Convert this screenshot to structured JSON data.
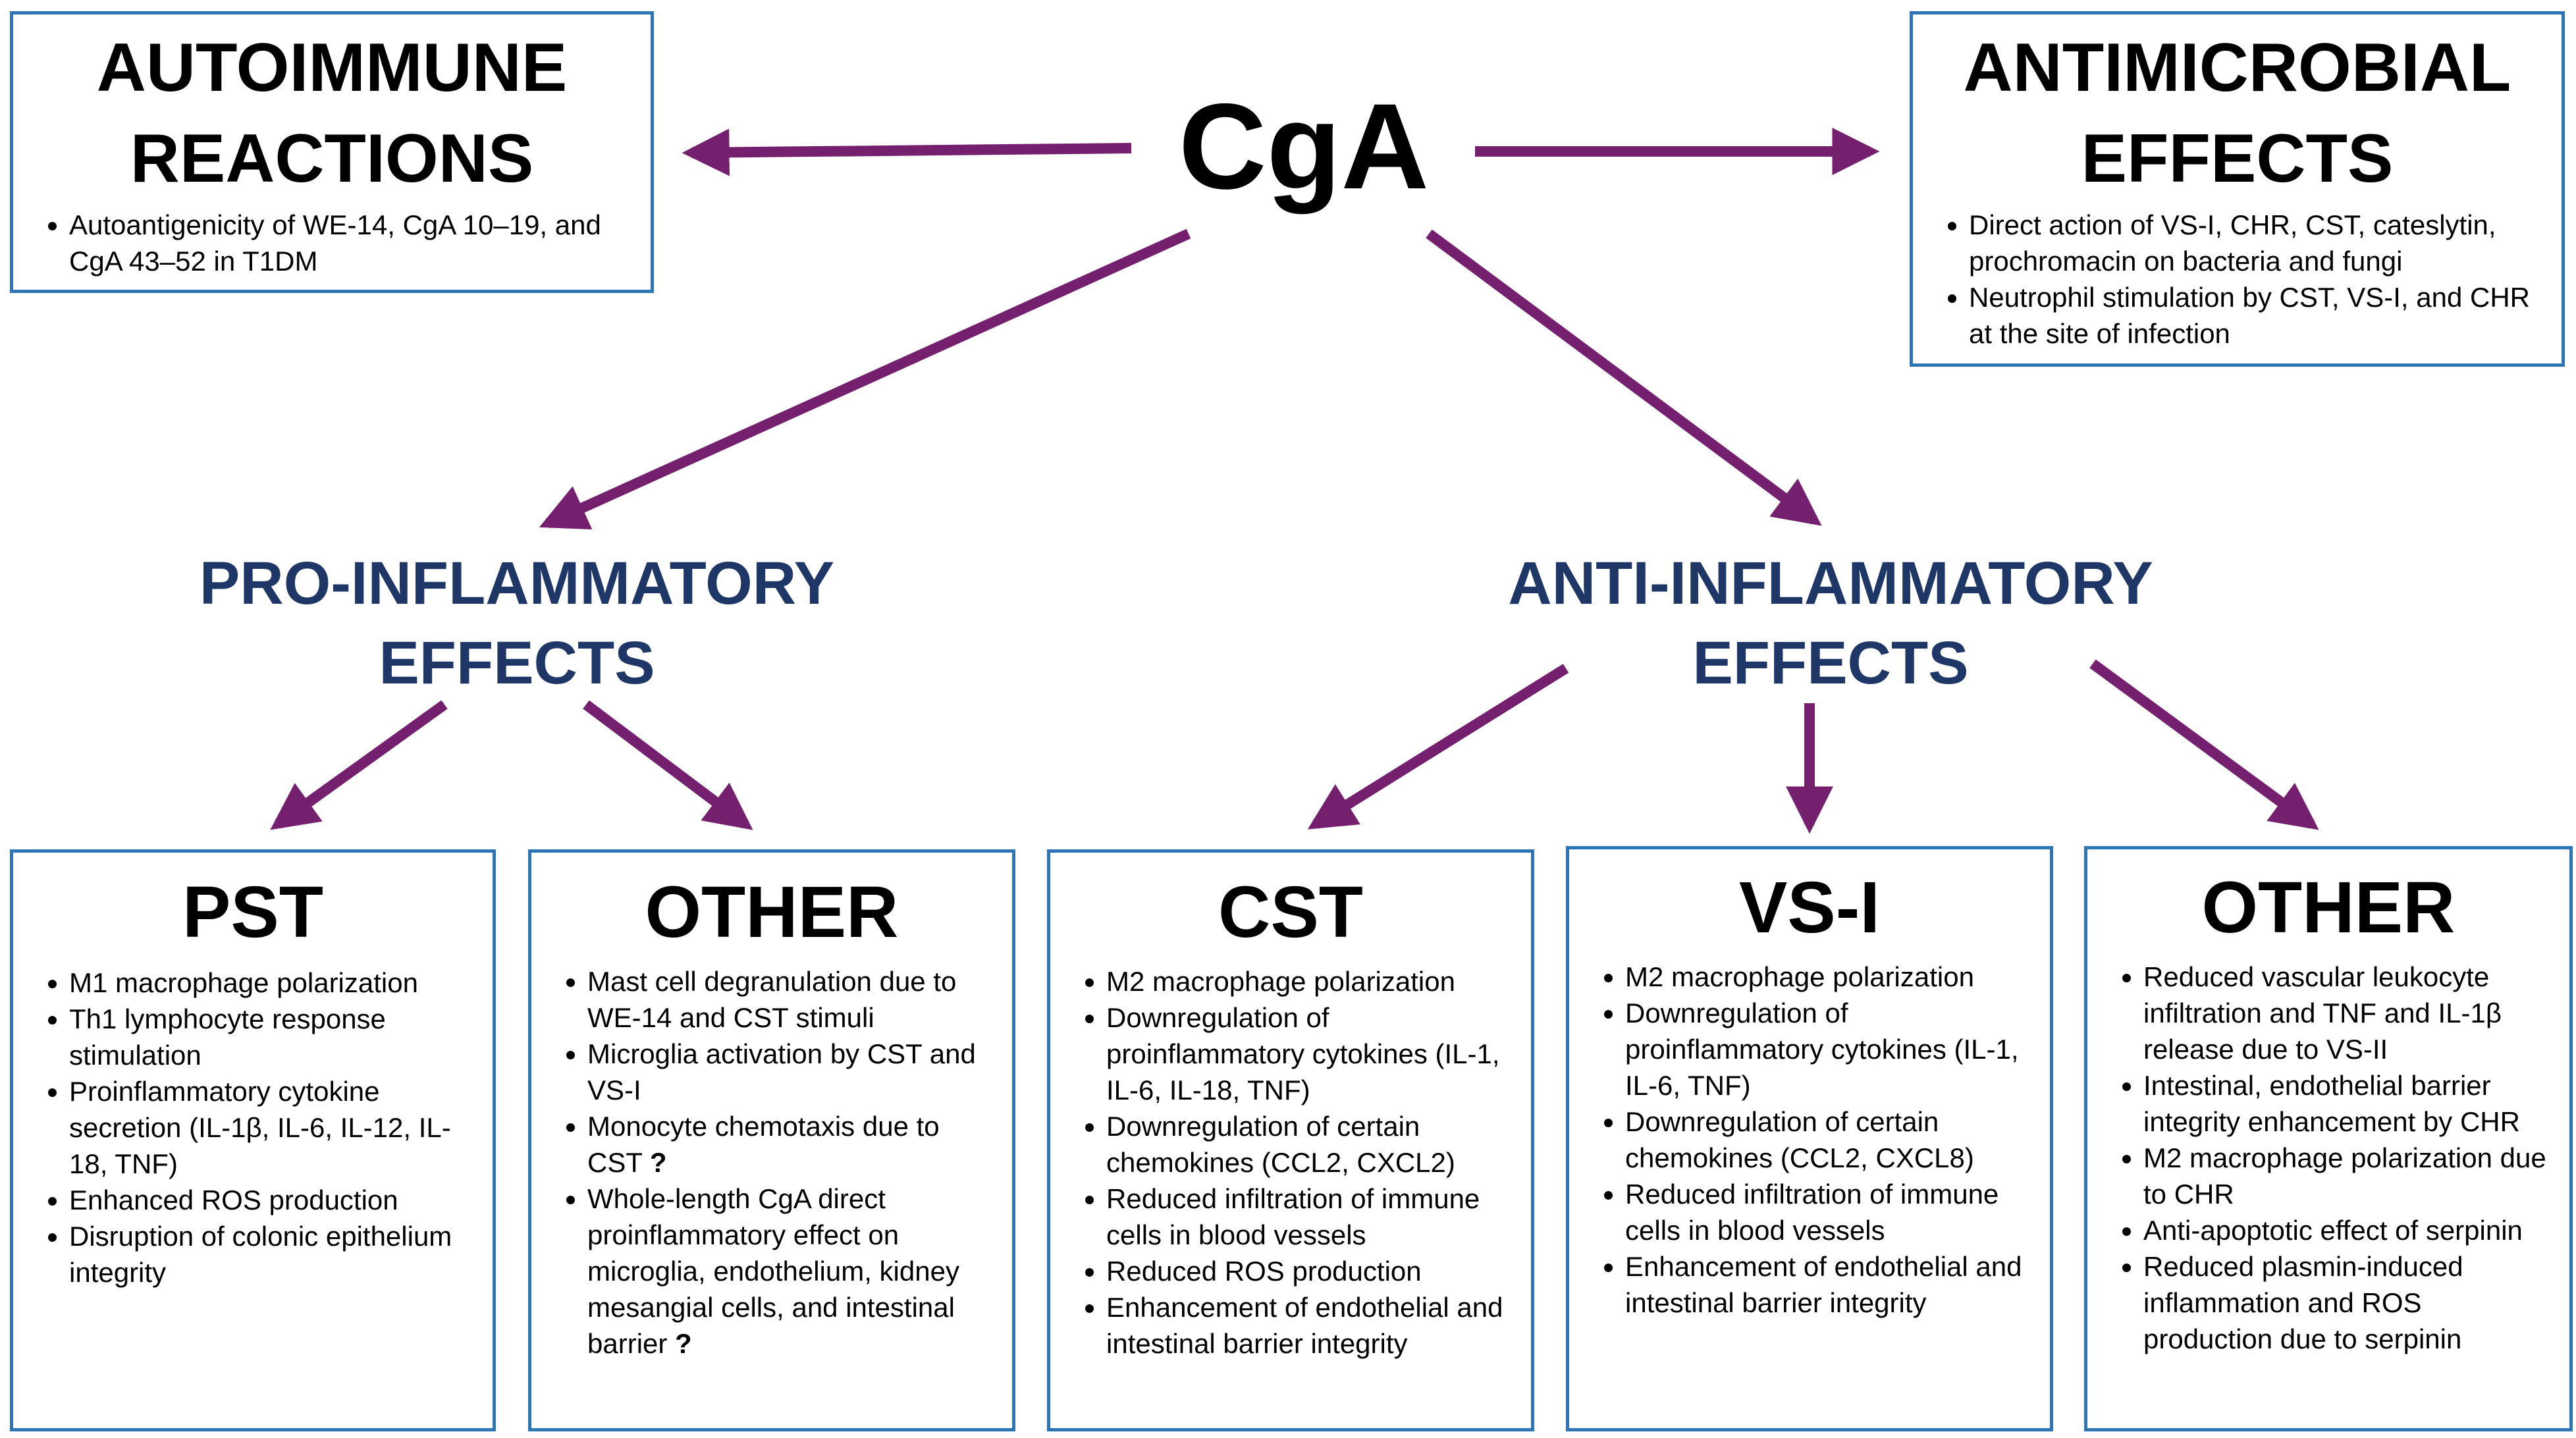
{
  "center": {
    "label": "CgA"
  },
  "autoimmune": {
    "title_lines": [
      "AUTOIMMUNE",
      "REACTIONS"
    ],
    "items": [
      "Autoantigenicity of WE-14, CgA 10–19, and CgA 43–52 in T1DM"
    ]
  },
  "antimicrobial": {
    "title_lines": [
      "ANTIMICROBIAL",
      "EFFECTS"
    ],
    "items": [
      "Direct action of VS-I, CHR, CST, cateslytin, prochromacin on bacteria and fungi",
      "Neutrophil stimulation by CST, VS-I, and CHR at the site of infection"
    ]
  },
  "pro_inflammatory": {
    "title_lines": [
      "PRO-INFLAMMATORY",
      "EFFECTS"
    ]
  },
  "anti_inflammatory": {
    "title_lines": [
      "ANTI-INFLAMMATORY",
      "EFFECTS"
    ]
  },
  "pst": {
    "title": "PST",
    "items": [
      "M1 macrophage polarization",
      "Th1 lymphocyte response stimulation",
      "Proinflammatory cytokine secretion (IL-1β, IL-6, IL-12, IL-18, TNF)",
      "Enhanced ROS production",
      "Disruption of colonic epithelium integrity"
    ]
  },
  "pro_other": {
    "title": "OTHER",
    "items": [
      "Mast cell degranulation due to WE-14 and CST stimuli",
      "Microglia activation by CST and VS-I",
      "Monocyte chemotaxis due to CST",
      "Whole-length CgA direct proinflammatory effect on microglia, endothelium, kidney mesangial cells, and intestinal barrier"
    ],
    "question_mark": "?"
  },
  "cst": {
    "title": "CST",
    "items": [
      "M2 macrophage polarization",
      "Downregulation of proinflammatory cytokines (IL-1, IL-6, IL-18, TNF)",
      "Downregulation of certain chemokines (CCL2, CXCL2)",
      "Reduced infiltration of immune cells in blood vessels",
      "Reduced ROS production",
      "Enhancement of endothelial and intestinal barrier integrity"
    ]
  },
  "vsi": {
    "title": "VS-I",
    "items": [
      "M2 macrophage polarization",
      "Downregulation of proinflammatory cytokines (IL-1, IL-6, TNF)",
      "Downregulation of certain chemokines (CCL2, CXCL8)",
      "Reduced infiltration of immune cells in blood vessels",
      "Enhancement of endothelial and intestinal barrier integrity"
    ]
  },
  "anti_other": {
    "title": "OTHER",
    "items": [
      "Reduced vascular leukocyte infiltration and TNF and IL-1β release due to VS-II",
      "Intestinal, endothelial barrier integrity enhancement by CHR",
      "M2 macrophage polarization due to CHR",
      "Anti-apoptotic effect of serpinin",
      "Reduced plasmin-induced inflammation and ROS production due to serpinin"
    ]
  },
  "colors": {
    "arrow": "#74206f",
    "box_border": "#2e75b6",
    "category_text": "#1f3767"
  }
}
